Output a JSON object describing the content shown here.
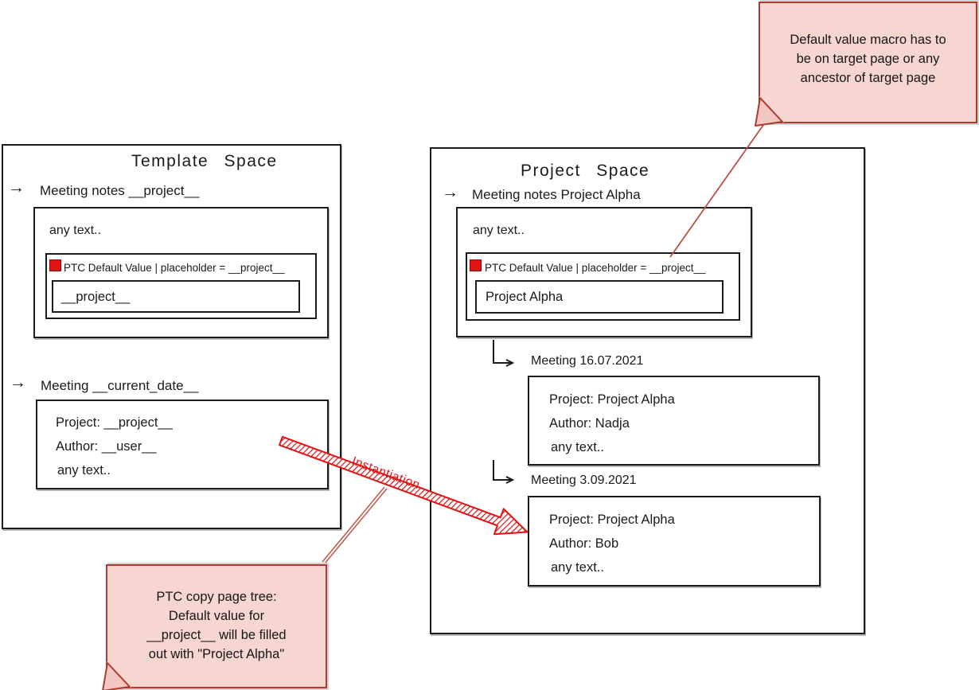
{
  "diagram": {
    "template_space": {
      "title": "Template Space",
      "page_meeting_notes": {
        "title": "Meeting notes __project__",
        "body_text": "any text..",
        "macro": {
          "label": "PTC Default Value | placeholder = __project__",
          "value": "__project__"
        }
      },
      "page_meeting": {
        "title": "Meeting __current_date__",
        "lines": [
          "Project: __project__",
          "Author: __user__",
          "any text.."
        ]
      }
    },
    "project_space": {
      "title": "Project Space",
      "page_meeting_notes": {
        "title": "Meeting notes Project Alpha",
        "body_text": "any text..",
        "macro": {
          "label": "PTC Default Value | placeholder = __project__",
          "value": "Project Alpha"
        }
      },
      "child_pages": [
        {
          "title": "Meeting 16.07.2021",
          "lines": [
            "Project: Project Alpha",
            "Author: Nadja",
            "any text.."
          ]
        },
        {
          "title": "Meeting 3.09.2021",
          "lines": [
            "Project: Project Alpha",
            "Author: Bob",
            "any text.."
          ]
        }
      ]
    },
    "annotations": {
      "top_note": "Default value macro has to\nbe on target page or any\nancestor of target page",
      "bottom_note": "PTC copy page tree:\nDefault value for\n__project__ will be filled\nout with \"Project Alpha\"",
      "instantiation_label": "Instantiation"
    },
    "icons": {
      "page_arrow": "→"
    },
    "colors": {
      "stroke": "#1b1b1b",
      "accent_red": "#e01212",
      "note_fill": "#f7d6d2",
      "note_border": "#ae3a2d",
      "connector_red": "#bd4f3f"
    }
  }
}
